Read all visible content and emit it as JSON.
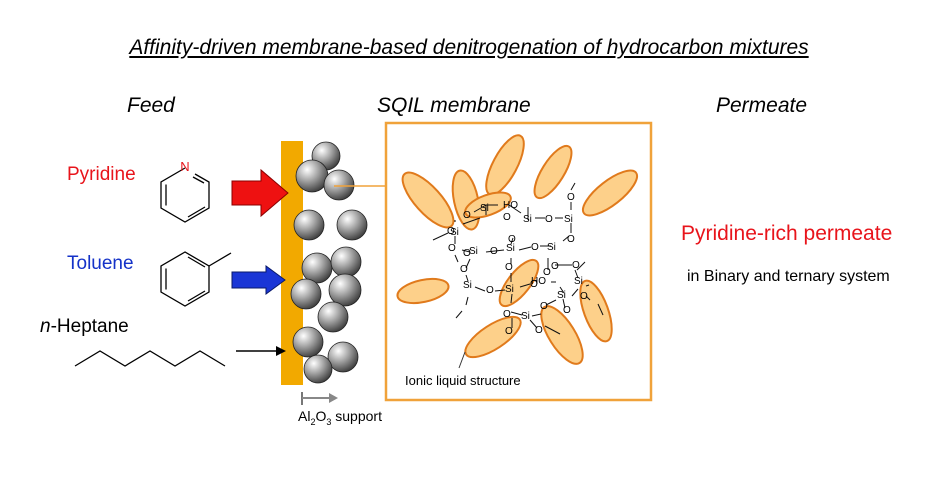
{
  "title": "Affinity-driven membrane-based denitrogenation of hydrocarbon mixtures",
  "headers": {
    "feed": "Feed",
    "membrane": "SQIL membrane",
    "permeate": "Permeate"
  },
  "feed": {
    "pyridine": {
      "label": "Pyridine",
      "color": "#e8141b"
    },
    "toluene": {
      "label": "Toluene",
      "color": "#1432c8"
    },
    "heptane": {
      "prefix": "n",
      "label": "-Heptane",
      "color": "#000000"
    }
  },
  "structure": {
    "n_atom": "N",
    "si": "Si",
    "o": "O",
    "ho": "HO",
    "ionic_label": "Ionic liquid structure"
  },
  "support": {
    "al": "Al",
    "sub2": "2",
    "o": "O",
    "sub3": "3",
    "rest": " support"
  },
  "permeate": {
    "main": "Pyridine-rich permeate",
    "sub": "in Binary and ternary system"
  },
  "colors": {
    "ionic_fill": "#fdd08a",
    "ionic_stroke": "#e07a1c",
    "support_bar": "#f2a900",
    "box_border": "#f0a23a",
    "arrow_red": "#ee1111",
    "arrow_blue": "#1a36d6"
  }
}
